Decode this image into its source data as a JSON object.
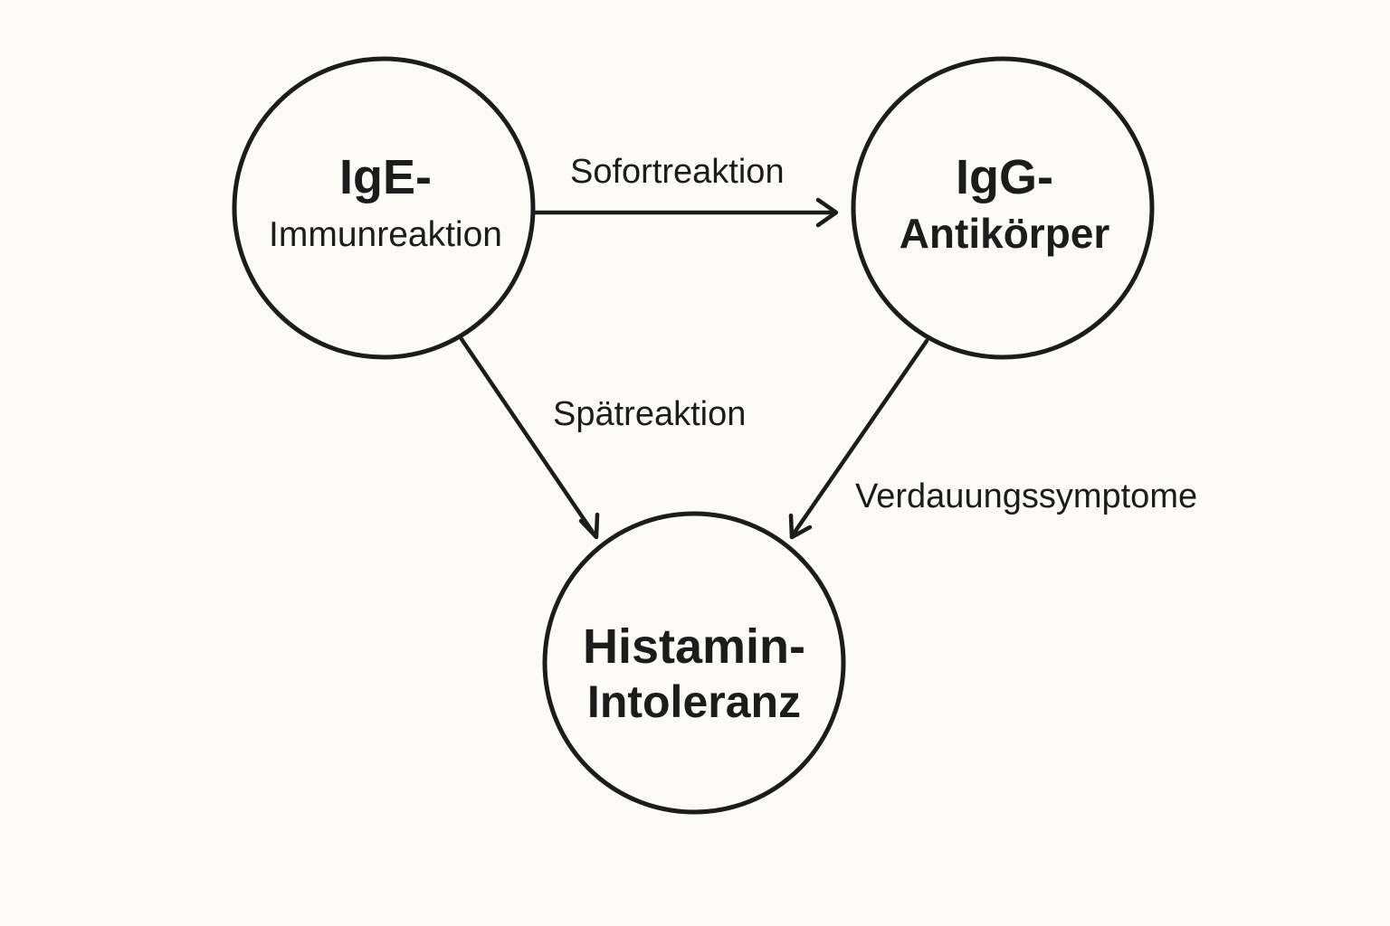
{
  "nodes": {
    "ige": {
      "line1": "IgE-",
      "line2": "Immunreaktion"
    },
    "igg": {
      "line1": "IgG-",
      "line2": "Antikörper"
    },
    "histamin": {
      "line1": "Histamin-",
      "line2": "Intoleranz"
    }
  },
  "edges": {
    "ige_to_igg": "Sofortreaktion",
    "ige_to_histamin": "Spätreaktion",
    "igg_to_histamin": "Verdauungssymptome"
  },
  "colors": {
    "background": "#fcfbf8",
    "stroke": "#1c1c1c"
  }
}
